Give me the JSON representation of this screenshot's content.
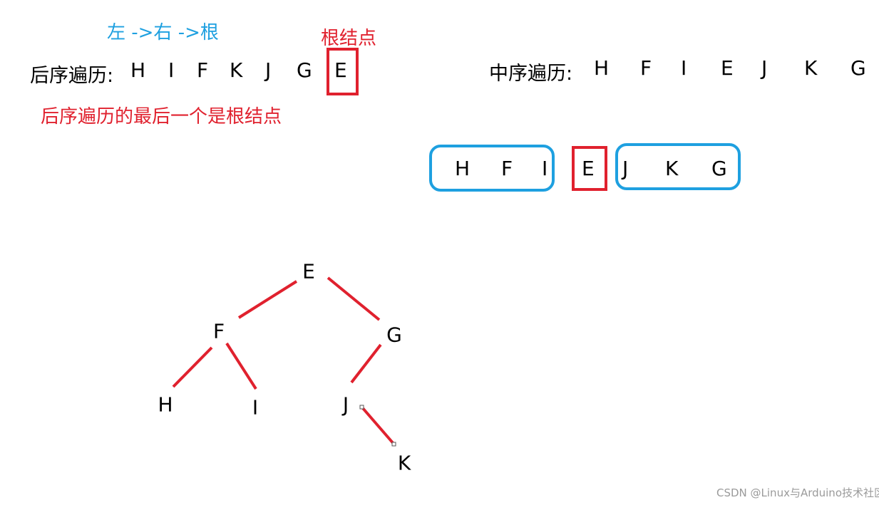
{
  "notes": {
    "traversal_order": "左 ->右 ->根",
    "root_node": "根结点",
    "postorder_rule": "后序遍历的最后一个是根结点"
  },
  "postorder": {
    "label": "后序遍历:",
    "sequence": [
      "H",
      "I",
      "F",
      "K",
      "J",
      "G",
      "E"
    ]
  },
  "inorder": {
    "label": "中序遍历:",
    "sequence": [
      "H",
      "F",
      "I",
      "E",
      "J",
      "K",
      "G"
    ]
  },
  "split": {
    "left": [
      "H",
      "F",
      "I"
    ],
    "root": "E",
    "right": [
      "J",
      "K",
      "G"
    ]
  },
  "tree": {
    "nodes": {
      "E": "E",
      "F": "F",
      "G": "G",
      "H": "H",
      "I": "I",
      "J": "J",
      "K": "K"
    },
    "edges": [
      [
        "E",
        "F"
      ],
      [
        "E",
        "G"
      ],
      [
        "F",
        "H"
      ],
      [
        "F",
        "I"
      ],
      [
        "G",
        "J"
      ],
      [
        "J",
        "K"
      ]
    ]
  },
  "colors": {
    "accent_blue": "#1ea0e0",
    "accent_red": "#e0212e",
    "edge": "#e0212e"
  },
  "watermark": "CSDN @Linux与Arduino技术社区"
}
